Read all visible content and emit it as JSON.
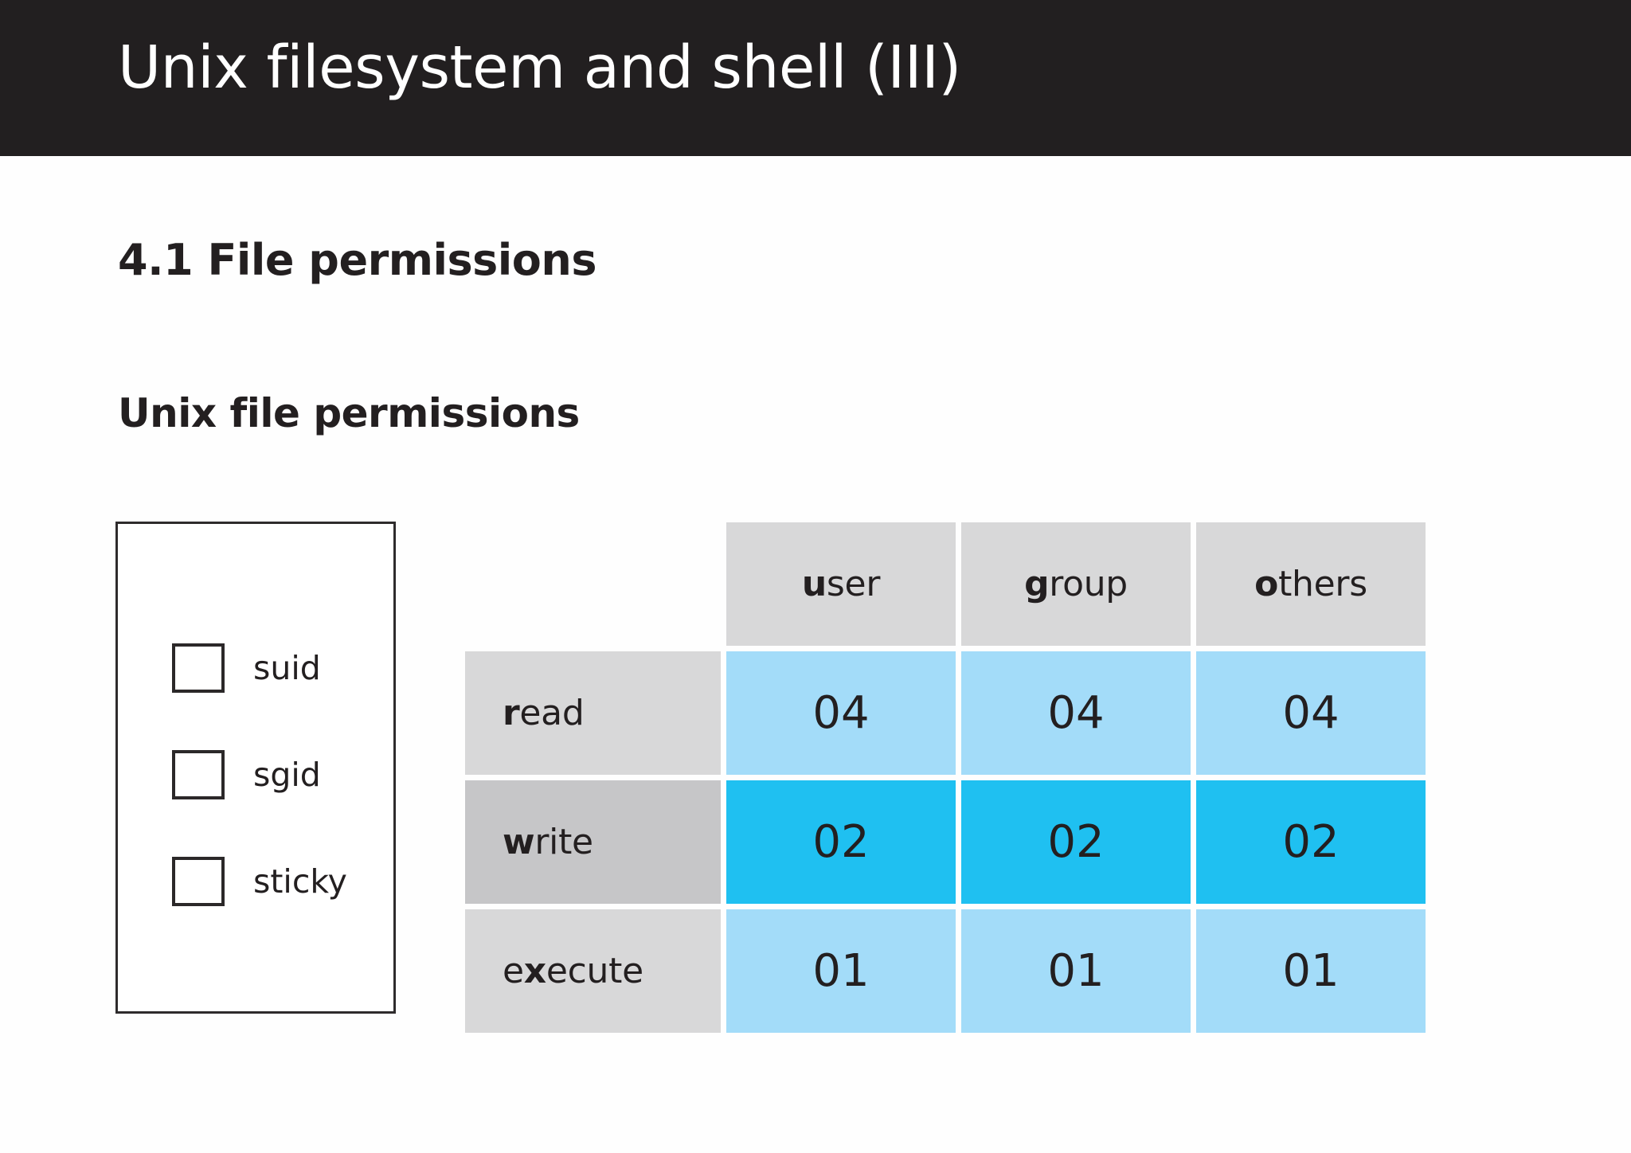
{
  "header": {
    "title": "Unix filesystem and shell (III)",
    "background_color": "#221F20",
    "text_color": "#FFFFFF"
  },
  "content": {
    "section_heading": "4.1 File permissions",
    "sub_heading": "Unix file permissions"
  },
  "special_bits_panel": {
    "items": [
      {
        "label": "suid",
        "checked": false
      },
      {
        "label": "sgid",
        "checked": false
      },
      {
        "label": "sticky",
        "checked": false
      }
    ]
  },
  "chart_data": {
    "type": "table",
    "title": "Unix file permissions",
    "corner_label": "",
    "categories": [
      "user",
      "group",
      "others"
    ],
    "column_headers": [
      {
        "bold_prefix": "u",
        "rest": "ser",
        "full": "user"
      },
      {
        "bold_prefix": "g",
        "rest": "roup",
        "full": "group"
      },
      {
        "bold_prefix": "o",
        "rest": "thers",
        "full": "others"
      }
    ],
    "row_headers": [
      {
        "bold_prefix": "r",
        "rest": "ead",
        "full": "read",
        "prefix_before": ""
      },
      {
        "bold_prefix": "w",
        "rest": "rite",
        "full": "write",
        "prefix_before": ""
      },
      {
        "bold_prefix": "x",
        "rest": "ecute",
        "full": "execute",
        "prefix_before": "e"
      }
    ],
    "rows": [
      "read",
      "write",
      "execute"
    ],
    "series": [
      {
        "name": "read",
        "values": [
          "04",
          "04",
          "04"
        ]
      },
      {
        "name": "write",
        "values": [
          "02",
          "02",
          "02"
        ]
      },
      {
        "name": "execute",
        "values": [
          "01",
          "01",
          "01"
        ]
      }
    ],
    "values": [
      [
        "04",
        "04",
        "04"
      ],
      [
        "02",
        "02",
        "02"
      ],
      [
        "01",
        "01",
        "01"
      ]
    ],
    "highlighted_row": "write",
    "colors": {
      "header_gray": "#D8D8D9",
      "row_header_highlight_gray": "#C6C6C8",
      "cell_light_blue": "#A3DCF9",
      "cell_accent_cyan": "#1FC0F1",
      "text": "#231F20"
    }
  }
}
